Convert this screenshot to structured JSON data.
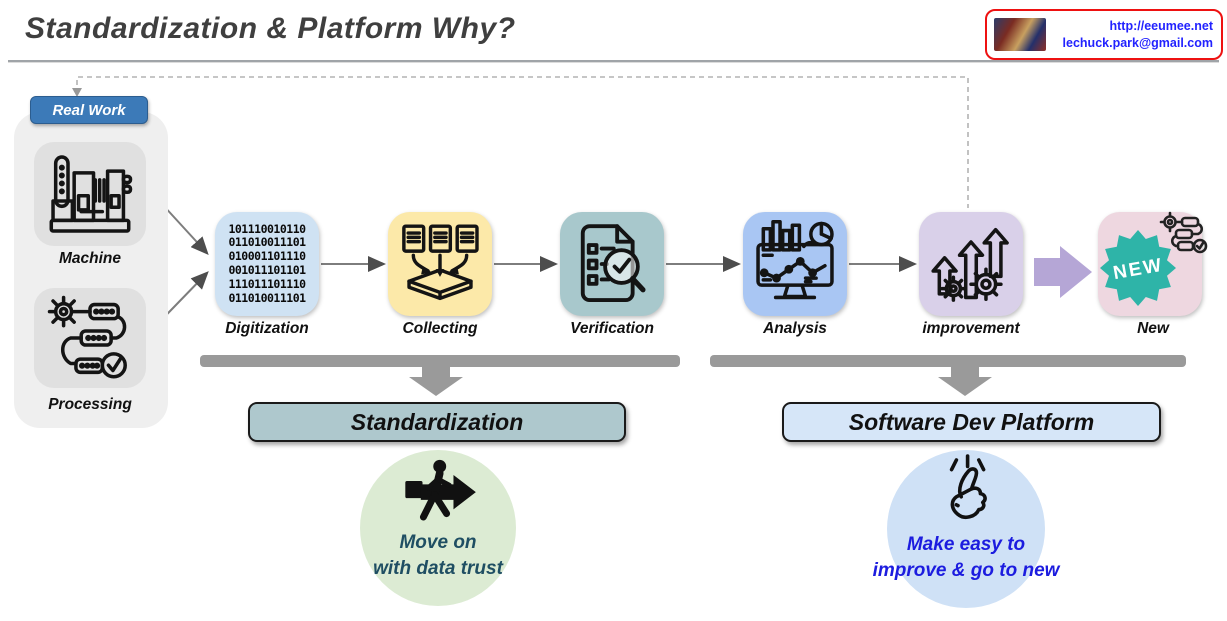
{
  "title": "Standardization & Platform Why?",
  "contact": {
    "url": "http://eeumee.net",
    "email": "lechuck.park@gmail.com",
    "photo": "photo-thumbnail"
  },
  "real_work": {
    "badge": "Real Work",
    "machine_label": "Machine",
    "processing_label": "Processing"
  },
  "flow": {
    "items": [
      {
        "label": "Digitization",
        "color": "#cfe2f3",
        "icon": "binary-icon"
      },
      {
        "label": "Collecting",
        "color": "#fce9a9",
        "icon": "documents-collect-icon"
      },
      {
        "label": "Verification",
        "color": "#a8c8cc",
        "icon": "checklist-magnifier-icon"
      },
      {
        "label": "Analysis",
        "color": "#a9c6f3",
        "icon": "chart-monitor-icon"
      },
      {
        "label": "improvement",
        "color": "#d9d0e9",
        "icon": "up-arrows-gears-icon"
      },
      {
        "label": "New",
        "color": "#eed7e0",
        "icon": "new-badge-icon"
      }
    ],
    "binary_rows": [
      "101110010110",
      "011010011101",
      "010001101110",
      "001011101101",
      "111011101110",
      "011010011101"
    ],
    "new_badge_text": "NEW"
  },
  "sections": [
    {
      "title": "Standardization",
      "title_bg": "#aec8cd",
      "circle_bg": "#dcebd3",
      "caption": [
        "Move on",
        "with data trust"
      ],
      "caption_color": "#1f4e63",
      "icon": "person-moving-icon"
    },
    {
      "title": "Software Dev Platform",
      "title_bg": "#d6e6f8",
      "circle_bg": "#cfe1f6",
      "caption": [
        "Make easy to",
        "improve & go to new"
      ],
      "caption_color": "#1c1cdf",
      "icon": "snap-fingers-icon"
    }
  ],
  "colors": {
    "title_text": "#3f3f3f",
    "contact_border": "#ee1111",
    "contact_link": "#2222ff",
    "real_work_badge": "#3c7ab8",
    "connector_gray": "#7d7d7d",
    "bar_gray": "#9a9a9a",
    "purple_block_arrow": "#b5a6d6",
    "new_starburst": "#2eb4a8"
  }
}
